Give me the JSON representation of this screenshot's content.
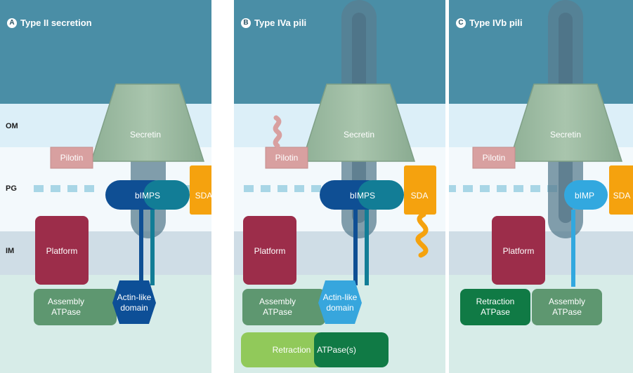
{
  "panels": [
    {
      "id": "A",
      "title": "Type II secretion",
      "layers": {
        "om": "OM",
        "pg": "PG",
        "im": "IM"
      },
      "labels": {
        "secretin": "Secretin",
        "pilotin": "Pilotin",
        "bimps": "bIMPS",
        "sda": "SDA",
        "platform": "Platform",
        "assembly_atpase": [
          "Assembly",
          "ATPase"
        ],
        "actin_like": [
          "Actin-like",
          "domain"
        ]
      }
    },
    {
      "id": "B",
      "title": "Type IVa pili",
      "labels": {
        "secretin": "Secretin",
        "pilotin": "Pilotin",
        "bimps": "bIMPS",
        "sda": "SDA",
        "platform": "Platform",
        "assembly_atpase": [
          "Assembly",
          "ATPase"
        ],
        "actin_like": [
          "Actin-like",
          "domain"
        ],
        "retraction": "Retraction",
        "atpases": "ATPase(s)"
      }
    },
    {
      "id": "C",
      "title": "Type IVb pili",
      "labels": {
        "secretin": "Secretin",
        "pilotin": "Pilotin",
        "bimp": "bIMP",
        "sda": "SDA",
        "platform": "Platform",
        "retraction_atpase": [
          "Retraction",
          "ATPase"
        ],
        "assembly_atpase": [
          "Assembly",
          "ATPase"
        ]
      }
    }
  ],
  "colors": {
    "extracellular": "#4a8ea6",
    "om_band": "#dceff8",
    "periplasm": "#f3f9fc",
    "im_band": "#cfdde6",
    "cytoplasm": "#d7ece8",
    "secretin": "#9dbba2",
    "pilotin": "#d8a0a0",
    "bimps_dark": "#0f4f94",
    "bimps_teal": "#127d96",
    "bimp_light": "#32a8df",
    "sda": "#f5a20e",
    "platform": "#9c2d4a",
    "assembly": "#5e9770",
    "actin_dark": "#0d4f97",
    "actin_light": "#37a6dd",
    "retraction_light": "#91c95a",
    "retraction_dark": "#107a45",
    "pilus": "#4b6c80",
    "pg_dash": "#a8d6e6"
  }
}
